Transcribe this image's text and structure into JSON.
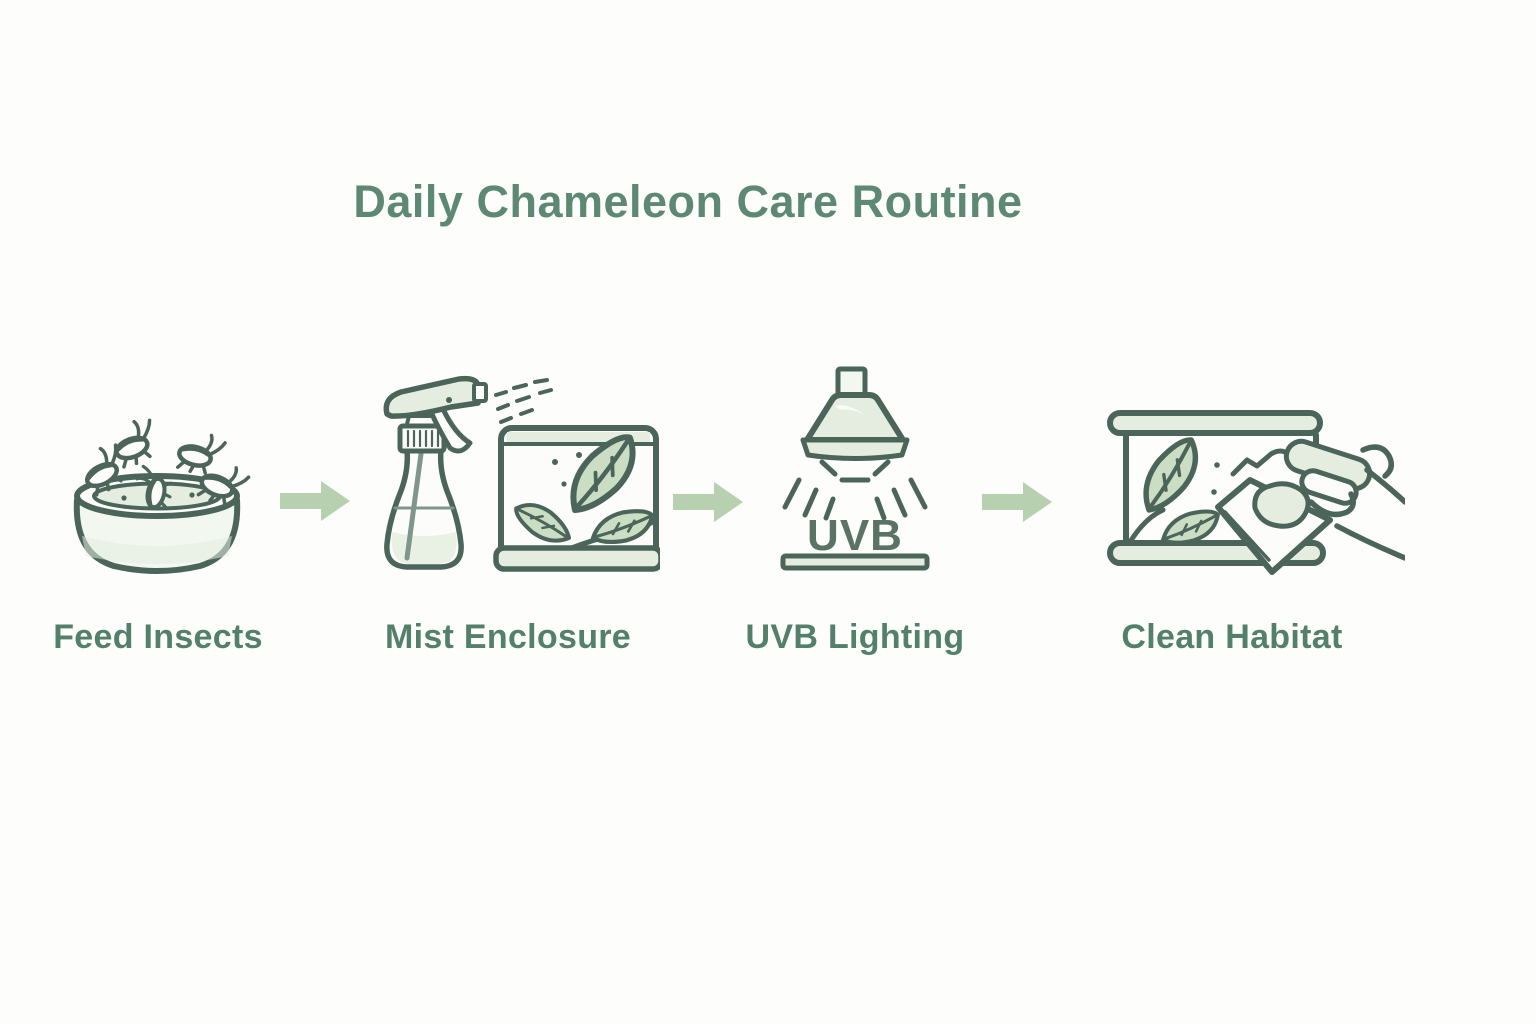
{
  "title": "Daily Chameleon Care Routine",
  "steps": [
    {
      "label": "Feed Insects",
      "icon": "feeding-bowl-insects-icon"
    },
    {
      "label": "Mist Enclosure",
      "icon": "spray-bottle-terrarium-icon"
    },
    {
      "label": "UVB Lighting",
      "icon": "uvb-lamp-icon",
      "lamp_text": "UVB"
    },
    {
      "label": "Clean Habitat",
      "icon": "terrarium-cleaning-icon"
    }
  ],
  "arrow_icon": "arrow-right-icon",
  "colors": {
    "background": "#fdfdfb",
    "title_text": "#5d8874",
    "label_text": "#53806b",
    "outline": "#4c655a",
    "arrow": "#b7d1b0",
    "fill_light": "#e4ede0",
    "leaf": "#cbdec3",
    "uvb_text": "#5b7365"
  }
}
